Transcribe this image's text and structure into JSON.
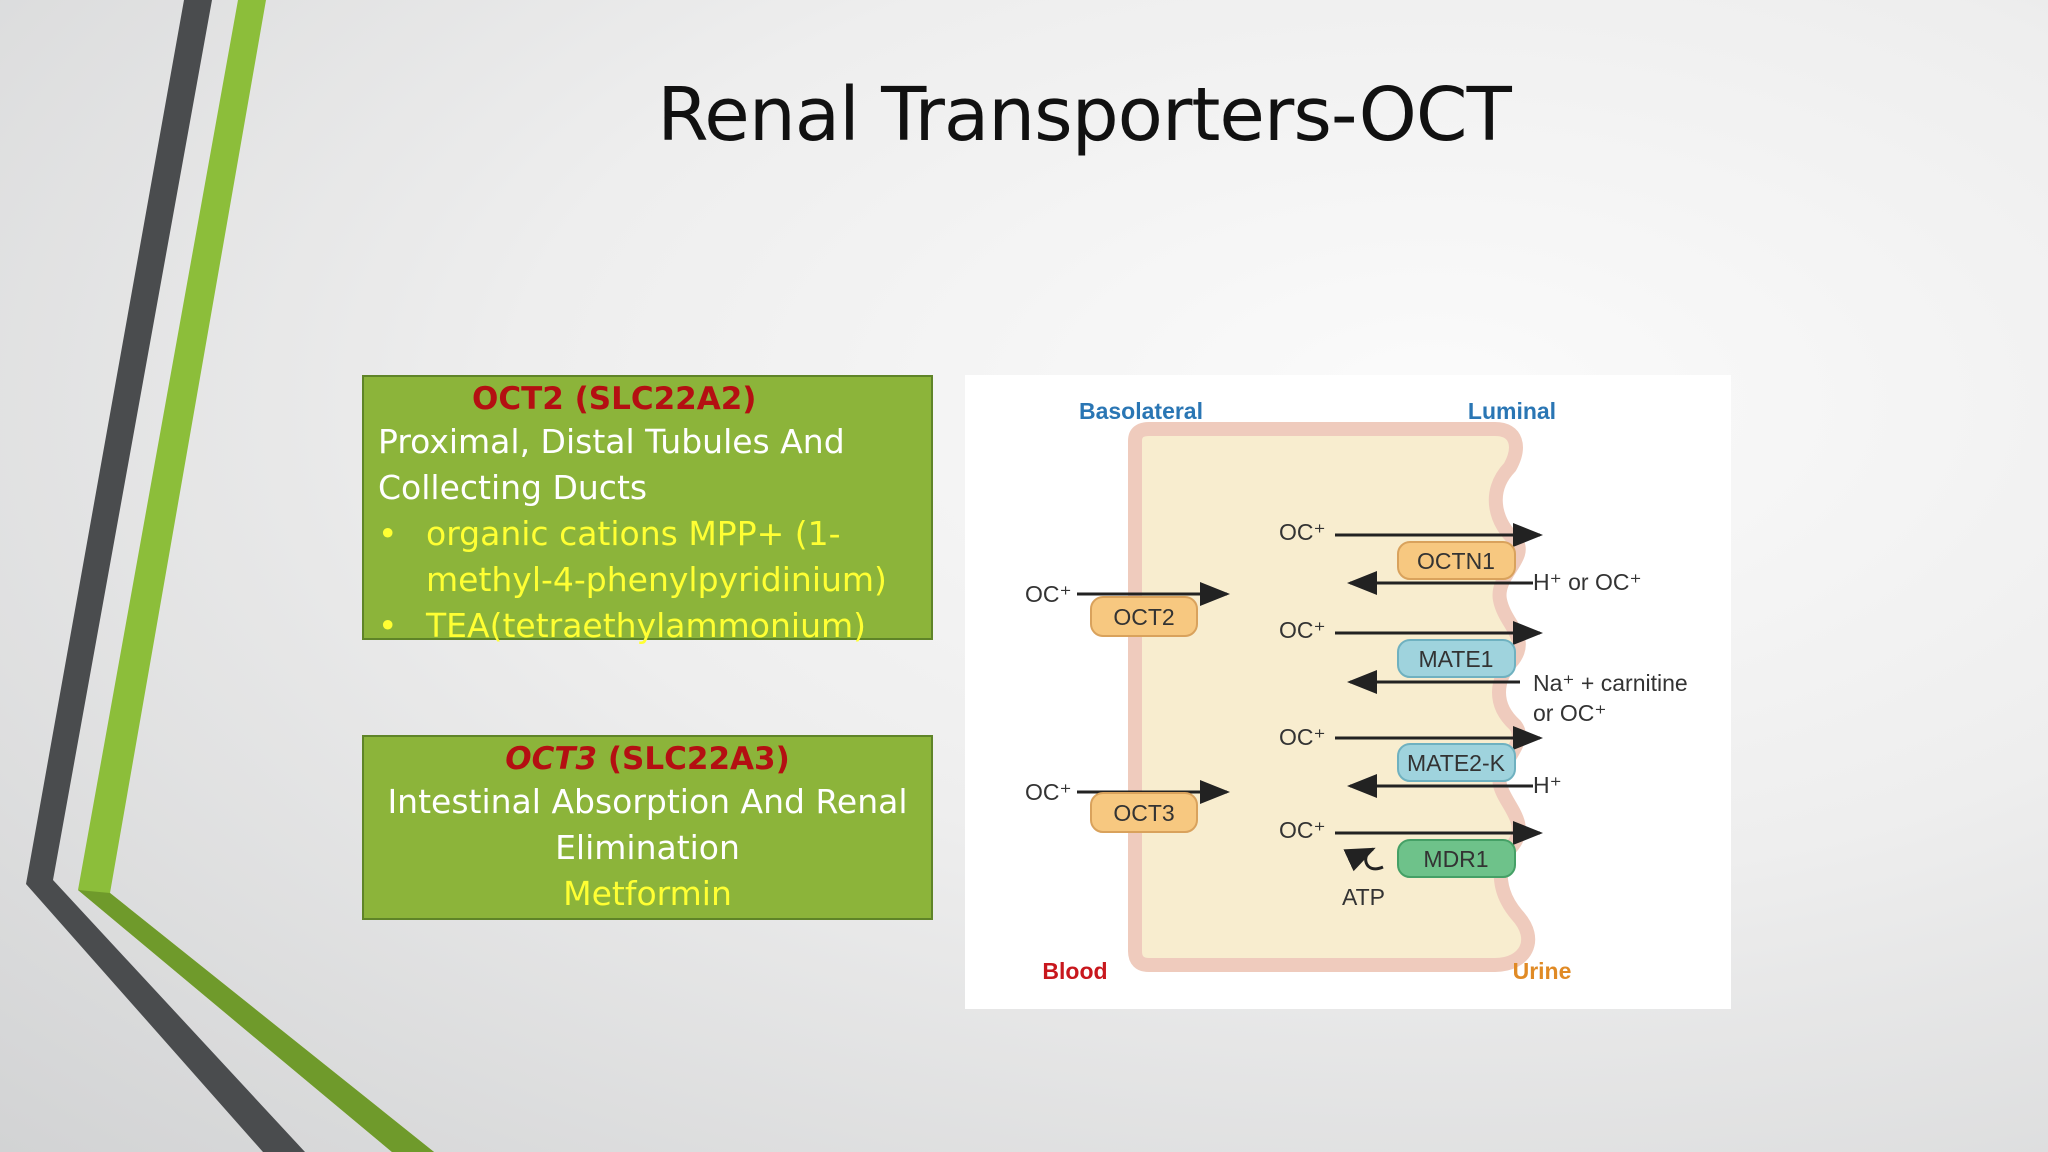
{
  "slide": {
    "title": "Renal Transporters-OCT"
  },
  "box_oct2": {
    "heading": "OCT2 (SLC22A2)",
    "line1": "Proximal, Distal Tubules And",
    "line2": "Collecting Ducts",
    "bullets": [
      "organic cations MPP+ (1-methyl-4-phenylpyridinium)",
      "TEA(tetraethylammonium)"
    ]
  },
  "box_oct3": {
    "heading_italic": "OCT3",
    "heading_rest": " (SLC22A3)",
    "line1": "Intestinal Absorption And Renal",
    "line2": "Elimination",
    "drug": "Metformin"
  },
  "diagram": {
    "side_left": "Basolateral",
    "side_right": "Luminal",
    "bottom_left": "Blood",
    "bottom_right": "Urine",
    "substrate": "OC⁺",
    "atp": "ATP",
    "basolateral_transporters": [
      "OCT2",
      "OCT3"
    ],
    "luminal_transporters": [
      "OCTN1",
      "MATE1",
      "MATE2-K",
      "MDR1"
    ],
    "counter_ions": [
      "H⁺ or OC⁺",
      "Na⁺ + carnitine",
      "or OC⁺",
      "H⁺"
    ]
  },
  "colors": {
    "green_box": "#8cb43a",
    "heading_red": "#b40f12",
    "bullet_yellow": "#ffff33",
    "accent_green": "#8cbe3a",
    "accent_gray": "#4a4c4e"
  }
}
